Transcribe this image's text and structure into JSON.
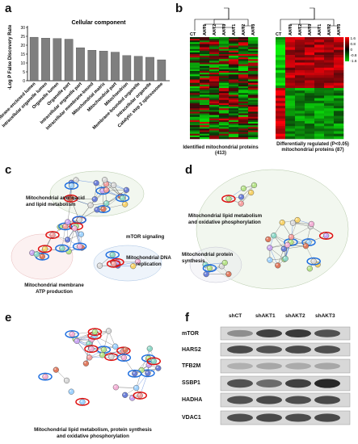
{
  "panels": {
    "a": {
      "label": "a",
      "chart_data": {
        "type": "bar",
        "title": "Cellular component",
        "ylabel": "-Log P False Discovery Rate",
        "ylim": [
          0,
          30
        ],
        "yticks": [
          0,
          5,
          10,
          15,
          20,
          25,
          30
        ],
        "categories": [
          "Membrane-enclosed lumen",
          "Intracellular organelle lumen",
          "Organelle lumen",
          "Organelle part",
          "Intracellular organelle part",
          "Intracellular membrane-bound",
          "Mitochondrial matrix",
          "Mitochondrial part",
          "Mitochondrion",
          "Membrane-bounded organelle",
          "Intracellular organelle",
          "Catalytic step 2 spliceosome"
        ],
        "values": [
          24.5,
          24.0,
          23.8,
          23.4,
          18.6,
          17.2,
          16.7,
          16.1,
          14.2,
          13.8,
          13.2,
          11.8
        ],
        "bar_color": "#7f7f7f",
        "grid": false
      }
    },
    "b": {
      "label": "b",
      "heatmap_left": {
        "columns": [
          "CT",
          "AKT1",
          "AKT2",
          "AKT3",
          "AKT1",
          "AKT2",
          "AKT3"
        ],
        "caption": "Identified mitochondrial proteins (413)"
      },
      "heatmap_right": {
        "columns": [
          "CT",
          "AKT1",
          "AKT2",
          "AKT3",
          "AKT1",
          "AKT2",
          "AKT3"
        ],
        "caption": "Differentially regulated (P<0.05) mitochondrial proteins (87)"
      },
      "colorbar": {
        "ticks": [
          "1.6",
          "0.8",
          "0",
          "-0.8",
          "-1.6"
        ],
        "high_color": "#ff0000",
        "mid_color": "#000000",
        "low_color": "#00d000"
      }
    },
    "c": {
      "label": "c",
      "clusters": [
        "Mitochondrial aminoacid and lipid metabolism",
        "mTOR signaling",
        "Mitochondrial DNA replication",
        "Mitochondrial membrane ATP production"
      ]
    },
    "d": {
      "label": "d",
      "clusters": [
        "Mitochondrial lipid metabolism and oxidative phosphorylation",
        "Mitochondrial protein synthesis"
      ]
    },
    "e": {
      "label": "e",
      "caption": "Mitochondrial lipid metabolism, protein synthesis and oxidative phosphorylation"
    },
    "f": {
      "label": "f",
      "lanes": [
        "shCT",
        "shAKT1",
        "shAKT2",
        "shAKT3"
      ],
      "proteins": [
        "mTOR",
        "HARS2",
        "TFB2M",
        "SSBP1",
        "HADHA",
        "VDAC1"
      ]
    }
  }
}
